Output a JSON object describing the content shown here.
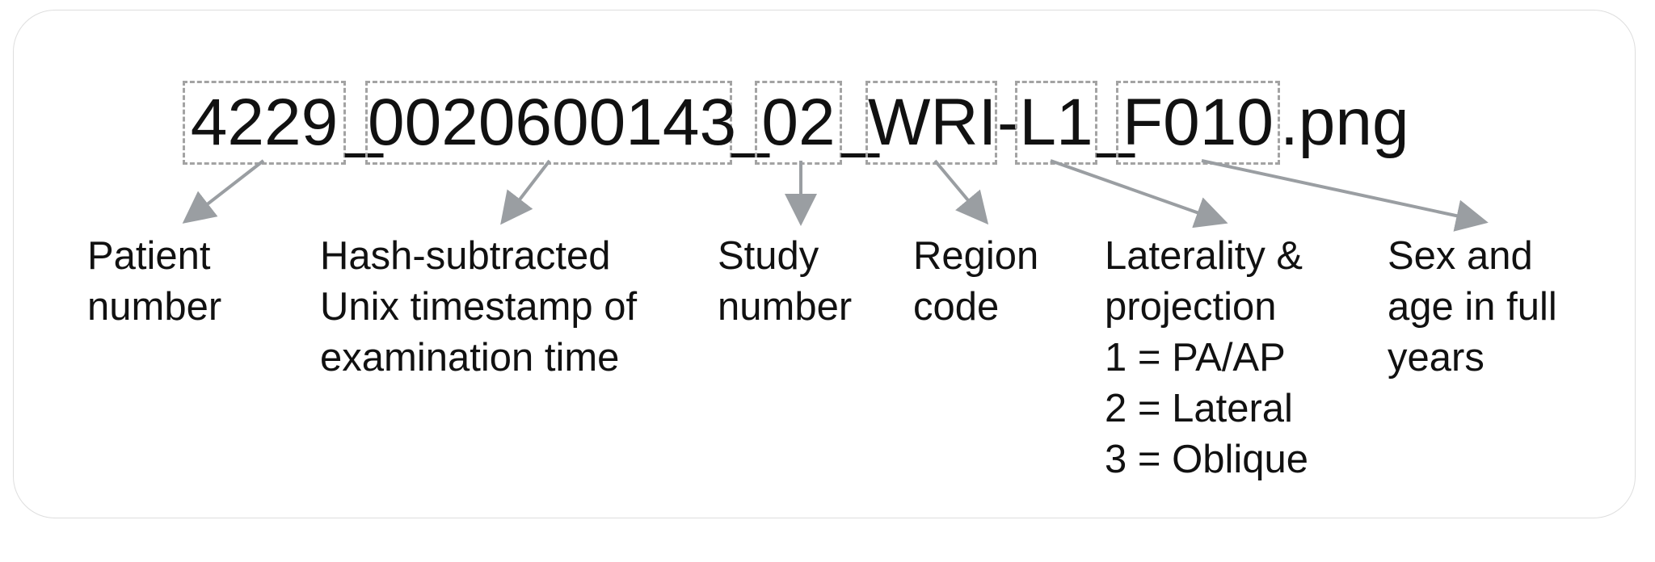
{
  "filename": {
    "segments": [
      {
        "id": "patient",
        "text": "4229",
        "boxed": true
      },
      {
        "id": "sep1",
        "text": "_",
        "boxed": false
      },
      {
        "id": "timestamp",
        "text": "0020600143",
        "boxed": true
      },
      {
        "id": "sep2",
        "text": "_",
        "boxed": false
      },
      {
        "id": "study",
        "text": "02",
        "boxed": true
      },
      {
        "id": "sep3",
        "text": "_",
        "boxed": false
      },
      {
        "id": "region",
        "text": "WRI",
        "boxed": true
      },
      {
        "id": "sep4",
        "text": "-",
        "boxed": false
      },
      {
        "id": "laterality",
        "text": "L1",
        "boxed": true
      },
      {
        "id": "sep5",
        "text": "_",
        "boxed": false
      },
      {
        "id": "sexage",
        "text": "F010",
        "boxed": true
      },
      {
        "id": "ext",
        "text": ".png",
        "boxed": false
      }
    ]
  },
  "labels": [
    {
      "target": "patient",
      "lines": [
        "Patient",
        "number"
      ]
    },
    {
      "target": "timestamp",
      "lines": [
        "Hash-subtracted",
        "Unix timestamp of",
        "examination time"
      ]
    },
    {
      "target": "study",
      "lines": [
        "Study",
        "number"
      ]
    },
    {
      "target": "region",
      "lines": [
        "Region",
        "code"
      ]
    },
    {
      "target": "laterality",
      "lines": [
        "Laterality &",
        "projection",
        "1 = PA/AP",
        "2 = Lateral",
        "3 = Oblique"
      ]
    },
    {
      "target": "sexage",
      "lines": [
        "Sex and",
        "age in full",
        "years"
      ]
    }
  ],
  "colors": {
    "arrow": "#9a9ea2",
    "box_border": "#a3a3a3",
    "text": "#111111",
    "card_border": "#dedede"
  }
}
